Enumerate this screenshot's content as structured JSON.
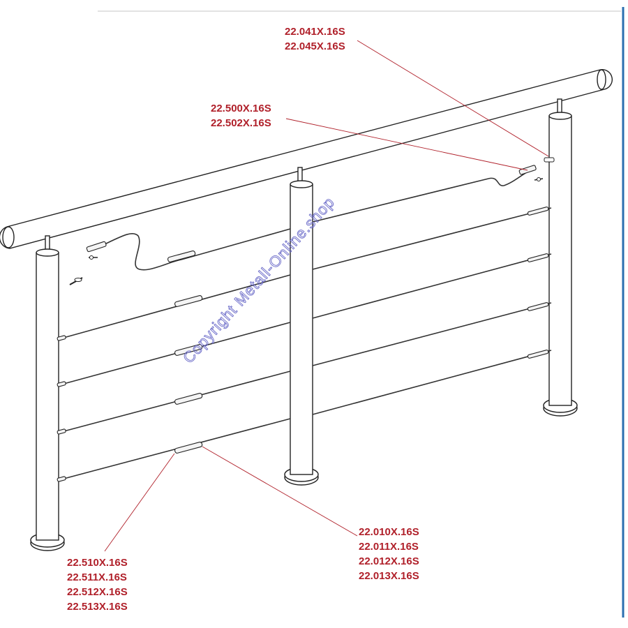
{
  "labels": {
    "top_right": [
      "22.041X.16S",
      "22.045X.16S"
    ],
    "top_middle": [
      "22.500X.16S",
      "22.502X.16S"
    ],
    "bottom_left": [
      "22.510X.16S",
      "22.511X.16S",
      "22.512X.16S",
      "22.513X.16S"
    ],
    "bottom_right": [
      "22.010X.16S",
      "22.011X.16S",
      "22.012X.16S",
      "22.013X.16S"
    ]
  },
  "watermark": "Copyright Metall-Online.shop",
  "colors": {
    "label": "#b0202a",
    "watermark": "#6a6ac8",
    "line": "#222222",
    "frame": "#2a6fb0"
  }
}
